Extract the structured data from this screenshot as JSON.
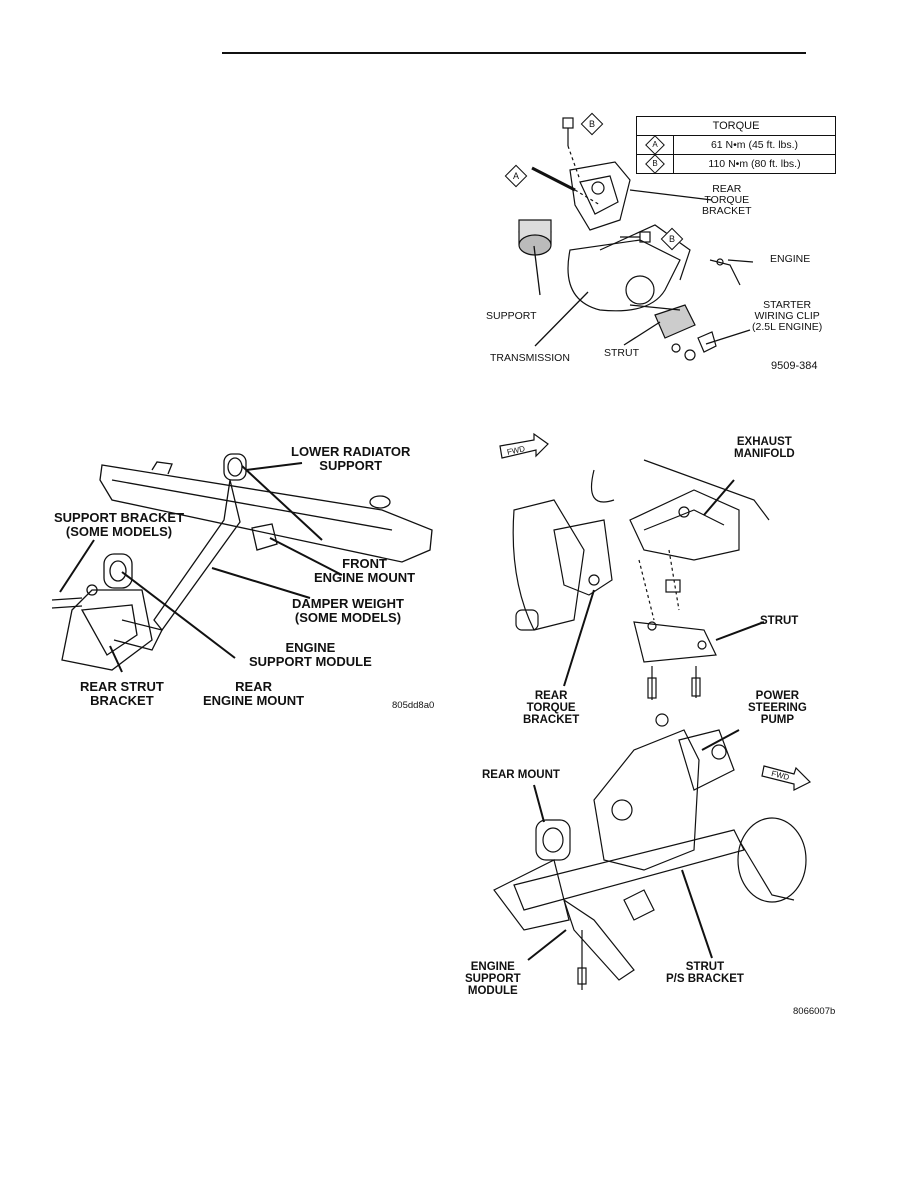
{
  "figure1": {
    "torque_table": {
      "header": "TORQUE",
      "rows": [
        {
          "key": "A",
          "value": "61 N•m (45 ft. lbs.)"
        },
        {
          "key": "B",
          "value": "110 N•m (80 ft. lbs.)"
        }
      ]
    },
    "callouts": [
      "B",
      "A",
      "B"
    ],
    "labels": {
      "rear_torque_bracket": "REAR\nTORQUE\nBRACKET",
      "engine": "ENGINE",
      "starter_wiring_clip": "STARTER\nWIRING CLIP\n(2.5L ENGINE)",
      "support": "SUPPORT",
      "transmission": "TRANSMISSION",
      "strut": "STRUT"
    },
    "figure_code": "9509-384"
  },
  "figure2": {
    "labels": {
      "lower_radiator_support": "LOWER RADIATOR\nSUPPORT",
      "support_bracket": "SUPPORT BRACKET\n(SOME MODELS)",
      "front_engine_mount": "FRONT\nENGINE MOUNT",
      "damper_weight": "DAMPER WEIGHT\n(SOME MODELS)",
      "engine_support_module": "ENGINE\nSUPPORT MODULE",
      "rear_strut_bracket": "REAR STRUT\nBRACKET",
      "rear_engine_mount": "REAR\nENGINE MOUNT"
    },
    "figure_code": "805dd8a0"
  },
  "figure3": {
    "labels": {
      "fwd_top": "FWD",
      "exhaust_manifold": "EXHAUST\nMANIFOLD",
      "strut": "STRUT",
      "rear_torque_bracket": "REAR\nTORQUE\nBRACKET",
      "power_steering_pump": "POWER\nSTEERING\nPUMP",
      "rear_mount": "REAR MOUNT",
      "fwd_bottom": "FWD",
      "engine_support_module": "ENGINE\nSUPPORT\nMODULE",
      "strut_ps_bracket": "STRUT\nP/S BRACKET"
    },
    "figure_code": "8066007b"
  }
}
